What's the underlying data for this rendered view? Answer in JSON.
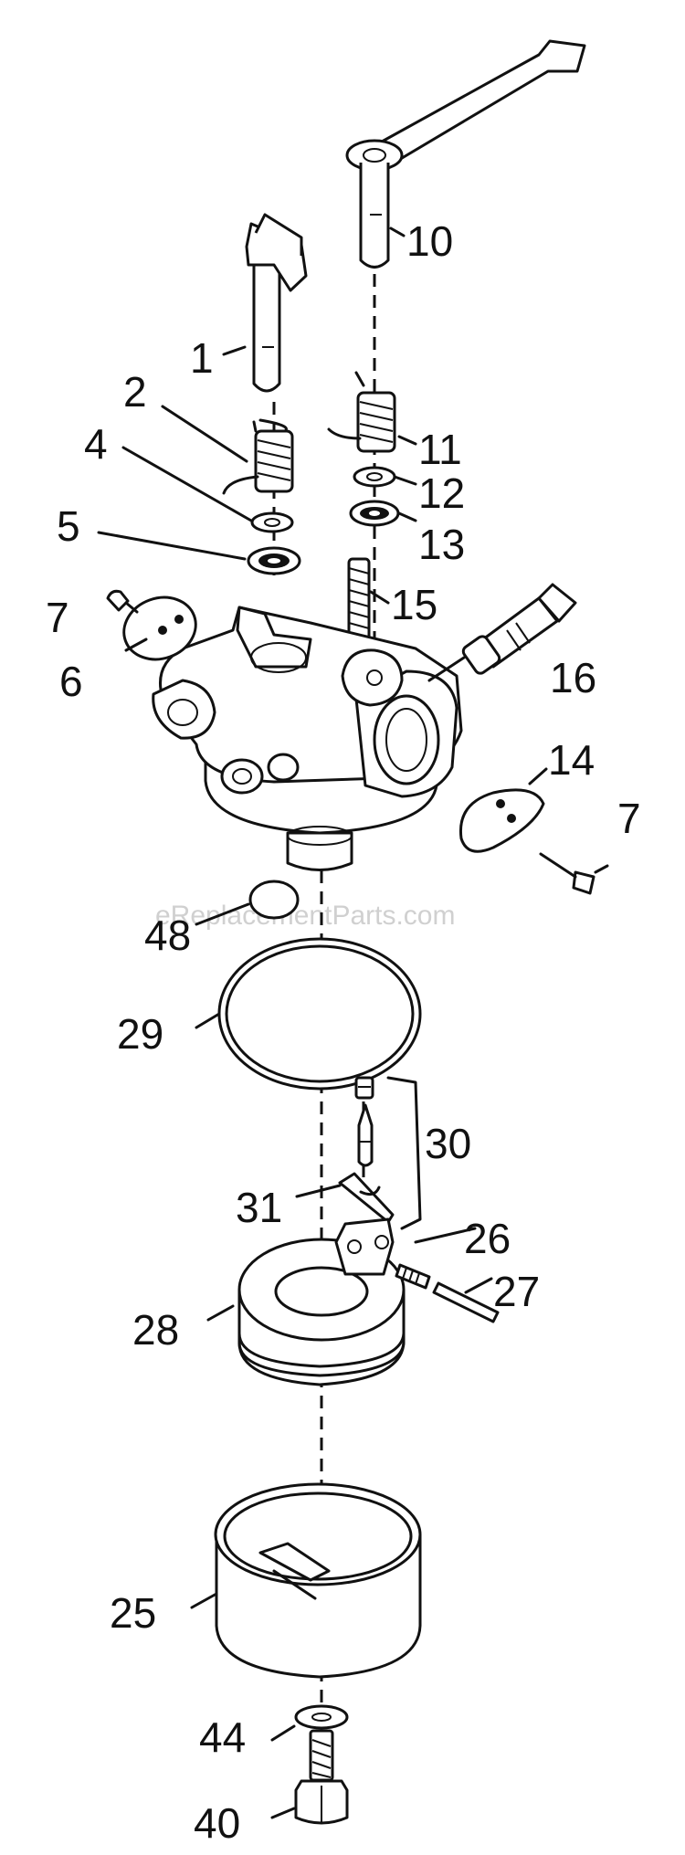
{
  "watermark": "eReplacementParts.com",
  "callouts": {
    "c1": "1",
    "c2": "2",
    "c4": "4",
    "c5": "5",
    "c6": "6",
    "c7a": "7",
    "c7b": "7",
    "c10": "10",
    "c11": "11",
    "c12": "12",
    "c13": "13",
    "c14": "14",
    "c15": "15",
    "c16": "16",
    "c25": "25",
    "c26": "26",
    "c27": "27",
    "c28": "28",
    "c29": "29",
    "c30": "30",
    "c31": "31",
    "c40": "40",
    "c44": "44",
    "c48": "48"
  }
}
